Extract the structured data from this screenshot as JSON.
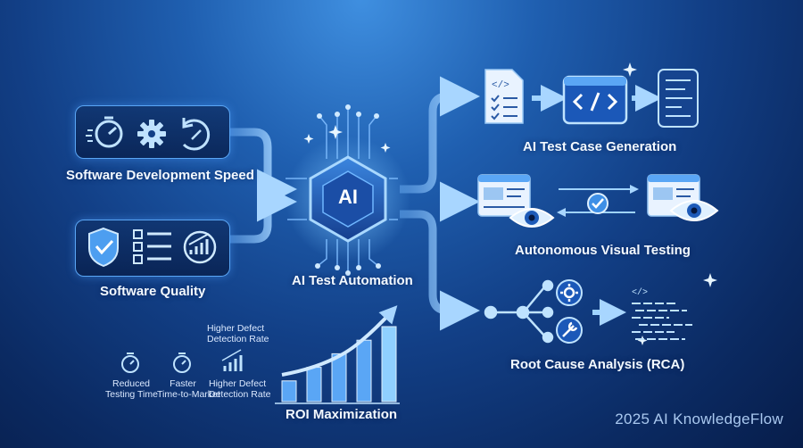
{
  "left": {
    "speed_label": "Software Development Speed",
    "quality_label": "Software Quality"
  },
  "center": {
    "chip_text": "AI",
    "title": "AI Test Automation"
  },
  "right": {
    "generation_label": "AI Test Case Generation",
    "visual_label": "Autonomous Visual Testing",
    "rca_label": "Root Cause Analysis (RCA)"
  },
  "roi": {
    "title": "ROI Maximization",
    "metrics": [
      {
        "line1": "Reduced",
        "line2": "Testing Time"
      },
      {
        "line1": "Faster",
        "line2": "Time-to-Market"
      },
      {
        "line1": "Higher Defect",
        "line2": "Detection Rate"
      }
    ],
    "callout_line1": "Higher Defect",
    "callout_line2": "Detection Rate",
    "bar_values": [
      1,
      2,
      3,
      4,
      5
    ]
  },
  "watermark": "2025 AI KnowledgeFlow",
  "colors": {
    "accent": "#5aa6f5",
    "arrow": "#8cc4ff",
    "glow": "#9fd3ff"
  }
}
